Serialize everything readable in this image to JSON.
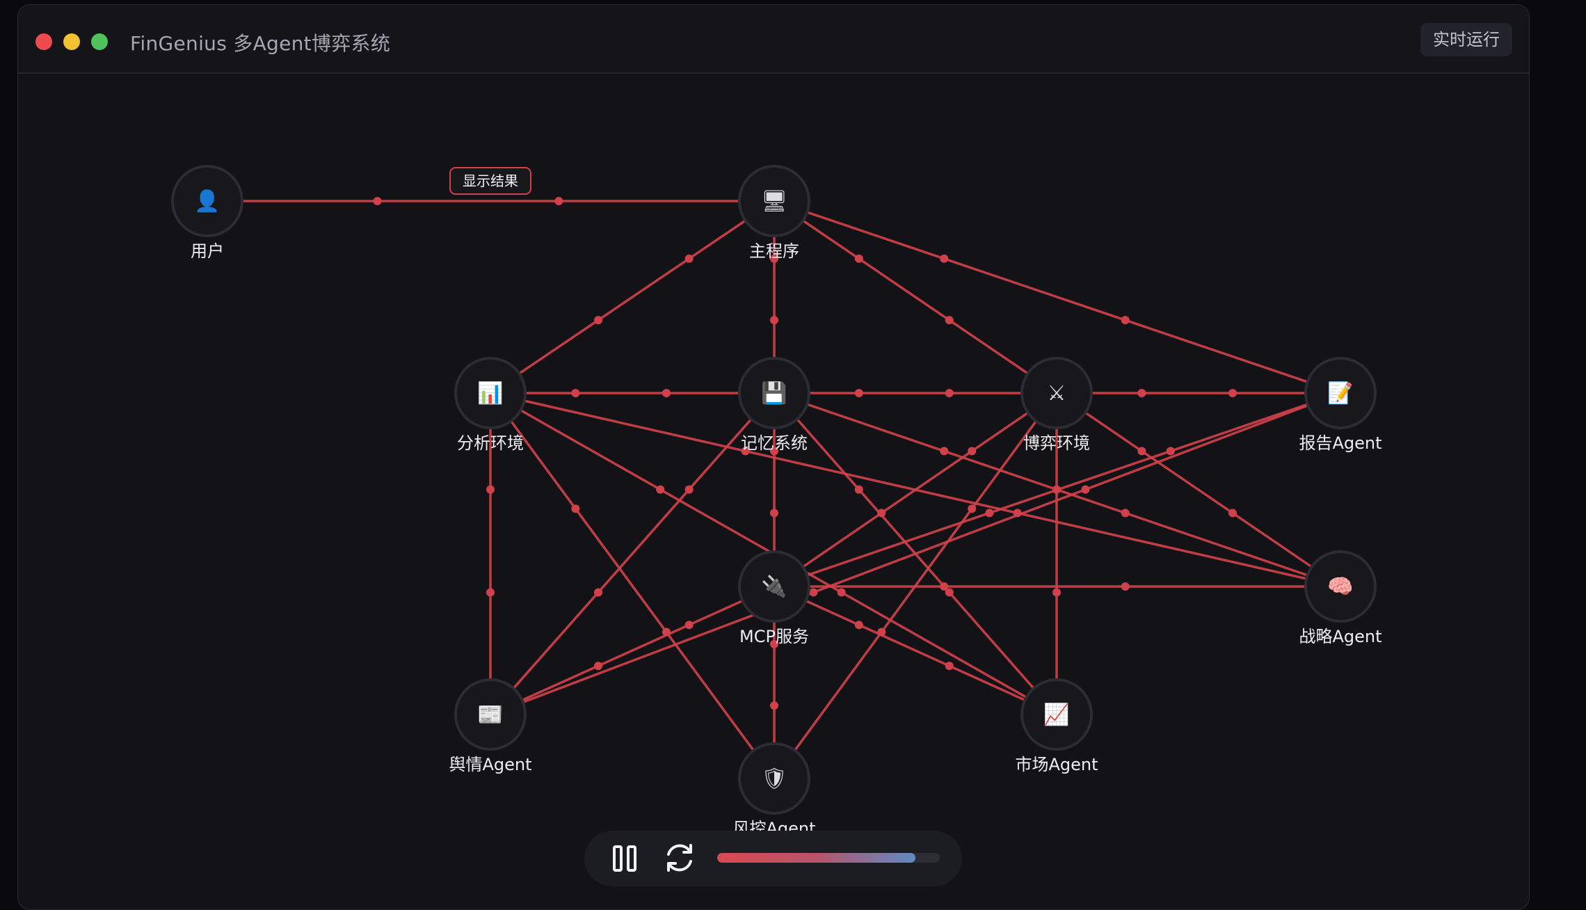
{
  "window": {
    "title": "FinGenius 多Agent博弈系统",
    "run_status_label": "实时运行"
  },
  "graph": {
    "colors": {
      "edge": "#d0414b",
      "node_fill": "#17171c",
      "node_stroke": "#2c2c33",
      "tag_border": "#d0414b"
    },
    "nodes": [
      {
        "id": "user",
        "label": "用户",
        "icon": "user-silhouette-icon",
        "glyph": "👤"
      },
      {
        "id": "main",
        "label": "主程序",
        "icon": "desktop-computer-icon",
        "glyph": "🖥"
      },
      {
        "id": "analysis",
        "label": "分析环境",
        "icon": "bar-chart-icon",
        "glyph": "📊"
      },
      {
        "id": "memory",
        "label": "记忆系统",
        "icon": "floppy-disk-icon",
        "glyph": "💾"
      },
      {
        "id": "game",
        "label": "博弈环境",
        "icon": "crossed-swords-icon",
        "glyph": "⚔"
      },
      {
        "id": "report",
        "label": "报告Agent",
        "icon": "memo-icon",
        "glyph": "📝"
      },
      {
        "id": "mcp",
        "label": "MCP服务",
        "icon": "plug-icon",
        "glyph": "🔌"
      },
      {
        "id": "strategy",
        "label": "战略Agent",
        "icon": "brain-icon",
        "glyph": "🧠"
      },
      {
        "id": "sentiment",
        "label": "舆情Agent",
        "icon": "newspaper-icon",
        "glyph": "📰"
      },
      {
        "id": "market",
        "label": "市场Agent",
        "icon": "trend-chart-icon",
        "glyph": "📈"
      },
      {
        "id": "risk",
        "label": "风控Agent",
        "icon": "shield-icon",
        "glyph": "🛡"
      }
    ],
    "edges": [
      [
        "user",
        "main"
      ],
      [
        "main",
        "analysis"
      ],
      [
        "main",
        "memory"
      ],
      [
        "main",
        "game"
      ],
      [
        "main",
        "report"
      ],
      [
        "analysis",
        "memory"
      ],
      [
        "memory",
        "game"
      ],
      [
        "game",
        "report"
      ],
      [
        "analysis",
        "sentiment"
      ],
      [
        "analysis",
        "risk"
      ],
      [
        "analysis",
        "market"
      ],
      [
        "analysis",
        "strategy"
      ],
      [
        "memory",
        "mcp"
      ],
      [
        "memory",
        "sentiment"
      ],
      [
        "memory",
        "market"
      ],
      [
        "memory",
        "strategy"
      ],
      [
        "game",
        "mcp"
      ],
      [
        "game",
        "risk"
      ],
      [
        "game",
        "market"
      ],
      [
        "game",
        "strategy"
      ],
      [
        "report",
        "sentiment"
      ],
      [
        "report",
        "mcp"
      ],
      [
        "mcp",
        "strategy"
      ],
      [
        "mcp",
        "sentiment"
      ],
      [
        "mcp",
        "market"
      ],
      [
        "mcp",
        "risk"
      ]
    ],
    "tag": {
      "text": "显示结果",
      "edge": [
        "user",
        "main"
      ]
    }
  },
  "controls": {
    "pause_icon": "pause-icon",
    "reset_icon": "refresh-icon",
    "progress": 0.89
  }
}
